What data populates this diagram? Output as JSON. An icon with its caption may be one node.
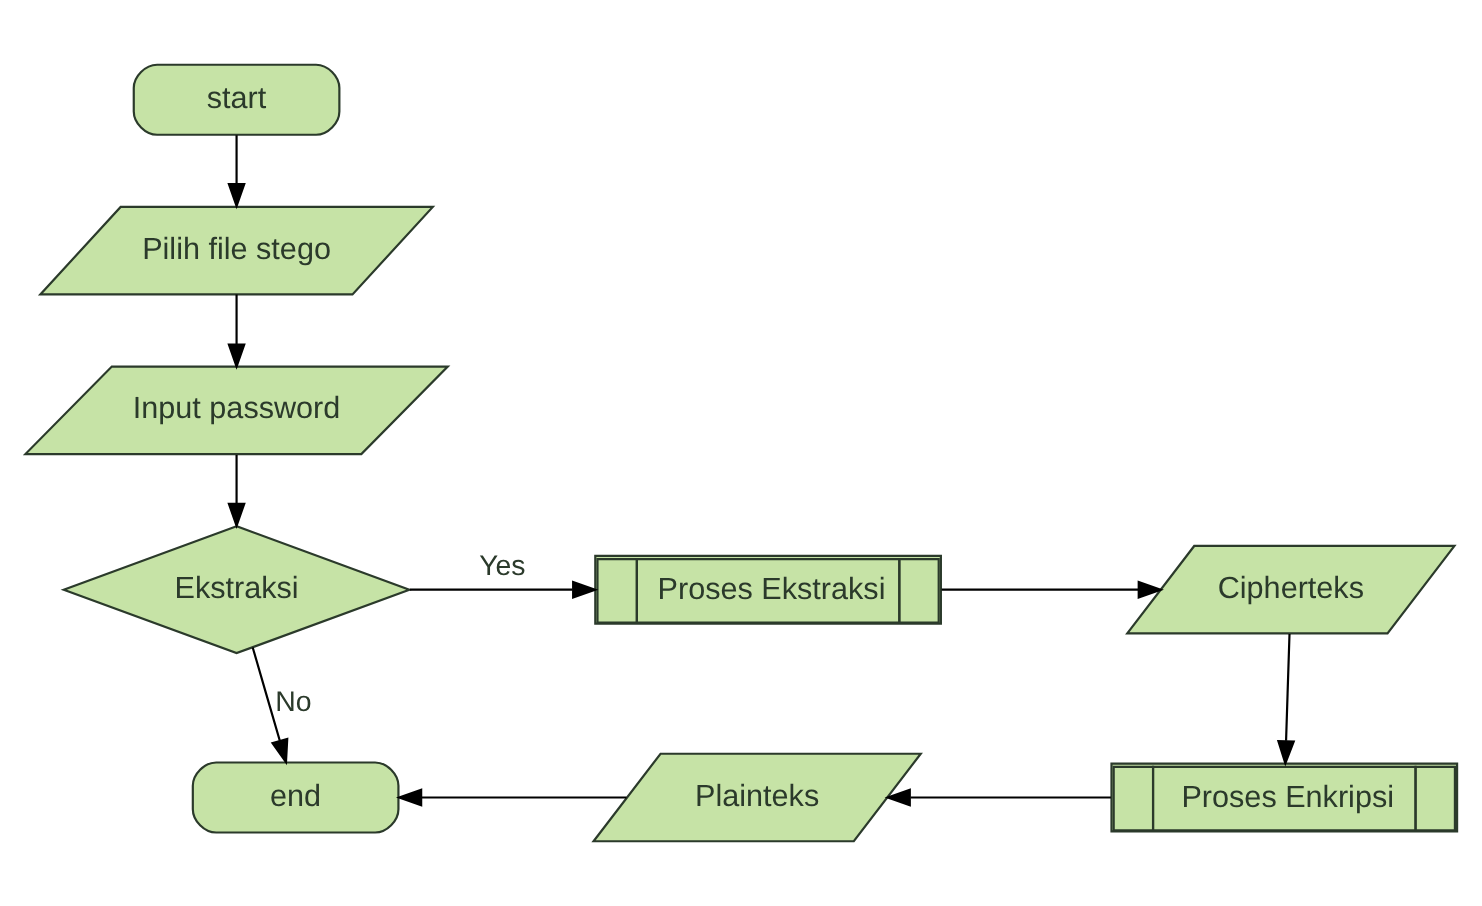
{
  "diagram": {
    "nodes": [
      {
        "text": [
          "start"
        ]
      },
      {
        "text": [
          "Pilih file stego"
        ]
      },
      {
        "text": [
          "Input password"
        ]
      },
      {
        "text": [
          "Ekstraksi"
        ]
      },
      {
        "text": [
          "Proses Ekstraksi"
        ]
      },
      {
        "text": [
          "Cipherteks"
        ]
      },
      {
        "text": [
          "Proses Enkripsi"
        ]
      },
      {
        "text": [
          "Plainteks"
        ]
      },
      {
        "text": [
          "end"
        ]
      }
    ],
    "edges": [
      {
        "from": 0,
        "to": 1,
        "arrow": "to"
      },
      {
        "from": 1,
        "to": 2,
        "arrow": "to"
      },
      {
        "from": 2,
        "to": 3,
        "arrow": "to"
      },
      {
        "from": 3,
        "to": 4,
        "arrow": "to",
        "label": "Yes"
      },
      {
        "from": 4,
        "to": 5,
        "arrow": "to"
      },
      {
        "from": 5,
        "to": 6,
        "arrow": "to"
      },
      {
        "from": 6,
        "to": 7,
        "arrow": "to"
      },
      {
        "from": 7,
        "to": 8,
        "arrow": "to"
      },
      {
        "from": 3,
        "to": 8,
        "arrow": "to",
        "label": "No"
      }
    ]
  }
}
